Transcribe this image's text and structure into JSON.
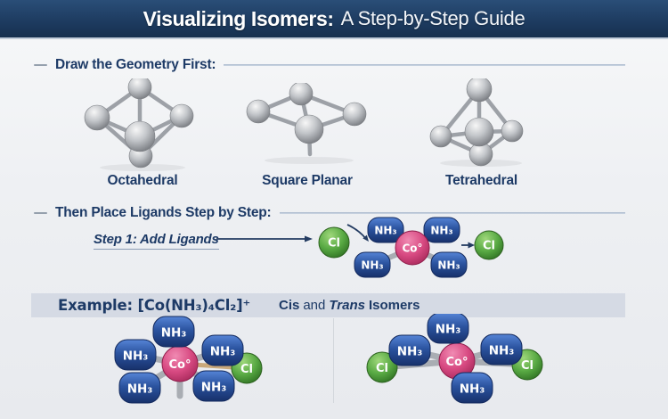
{
  "header": {
    "title_strong": "Visualizing Isomers:",
    "title_rest": "A Step-by-Step Guide"
  },
  "geometry_section": {
    "heading": "Draw the Geometry First:",
    "shapes": [
      {
        "label": "Octahedral"
      },
      {
        "label": "Square Planar"
      },
      {
        "label": "Tetrahedral"
      }
    ]
  },
  "ligand_section": {
    "heading": "Then Place Ligands Step by Step:",
    "step1_label": "Step 1: Add Ligands"
  },
  "example_section": {
    "formula": "Example: [Co(NH₃)₄Cl₂]⁺",
    "cis": "Cis",
    "and": "and",
    "trans": "Trans",
    "isomers": "Isomers"
  },
  "atoms": {
    "nh3": "NH₃",
    "co": "Co°",
    "cl": "Cl"
  },
  "colors": {
    "header_bg": "#1e3c61",
    "heading_text": "#1d3a66",
    "nh3_blue": "#2b539f",
    "co_pink": "#d84a82",
    "cl_green": "#58a943",
    "banner_bg": "#d5dae4",
    "stick_gray": "#a9adb3",
    "stick_tan": "#c9a87a"
  }
}
